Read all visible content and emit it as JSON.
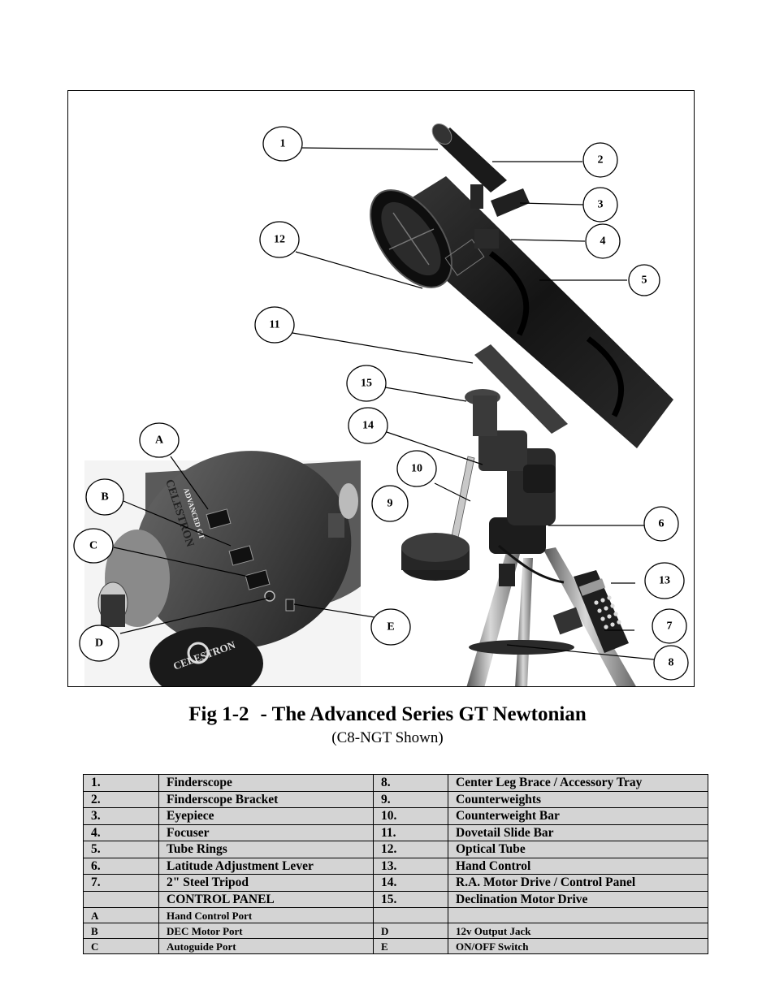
{
  "figure": {
    "title_prefix": "Fig 1-2",
    "title_main": "- The Advanced Series GT Newtonian",
    "subtitle": "(C8-NGT Shown)",
    "photo_lettering": {
      "panel_brand": "CELESTRON",
      "panel_model": "ADVANCED GT",
      "knob_brand": "CELESTRON"
    },
    "callouts": [
      {
        "id": "1",
        "label": "1"
      },
      {
        "id": "2",
        "label": "2"
      },
      {
        "id": "3",
        "label": "3"
      },
      {
        "id": "4",
        "label": "4"
      },
      {
        "id": "5",
        "label": "5"
      },
      {
        "id": "12",
        "label": "12"
      },
      {
        "id": "11",
        "label": "11"
      },
      {
        "id": "15",
        "label": "15"
      },
      {
        "id": "14",
        "label": "14"
      },
      {
        "id": "10",
        "label": "10"
      },
      {
        "id": "9",
        "label": "9"
      },
      {
        "id": "6",
        "label": "6"
      },
      {
        "id": "13",
        "label": "13"
      },
      {
        "id": "7",
        "label": "7"
      },
      {
        "id": "8",
        "label": "8"
      },
      {
        "id": "A",
        "label": "A"
      },
      {
        "id": "B",
        "label": "B"
      },
      {
        "id": "C",
        "label": "C"
      },
      {
        "id": "D",
        "label": "D"
      },
      {
        "id": "E",
        "label": "E"
      }
    ]
  },
  "legend": {
    "rows": [
      [
        "1.",
        "Finderscope",
        "8.",
        "Center Leg Brace / Accessory Tray"
      ],
      [
        "2.",
        "Finderscope Bracket",
        "9.",
        "Counterweights"
      ],
      [
        "3.",
        "Eyepiece",
        "10.",
        "Counterweight Bar"
      ],
      [
        "4.",
        "Focuser",
        "11.",
        "Dovetail Slide Bar"
      ],
      [
        "5.",
        "Tube Rings",
        "12.",
        "Optical Tube"
      ],
      [
        "6.",
        "Latitude Adjustment Lever",
        "13.",
        "Hand Control"
      ],
      [
        "7.",
        "2\" Steel Tripod",
        "14.",
        "R.A. Motor Drive / Control Panel"
      ],
      [
        "",
        "CONTROL PANEL",
        "15.",
        "Declination Motor Drive"
      ]
    ],
    "small_rows": [
      [
        "A",
        "Hand Control  Port",
        "",
        ""
      ],
      [
        "B",
        "DEC Motor Port",
        "D",
        "12v Output Jack"
      ],
      [
        "C",
        "Autoguide Port",
        "E",
        "ON/OFF Switch"
      ]
    ]
  }
}
